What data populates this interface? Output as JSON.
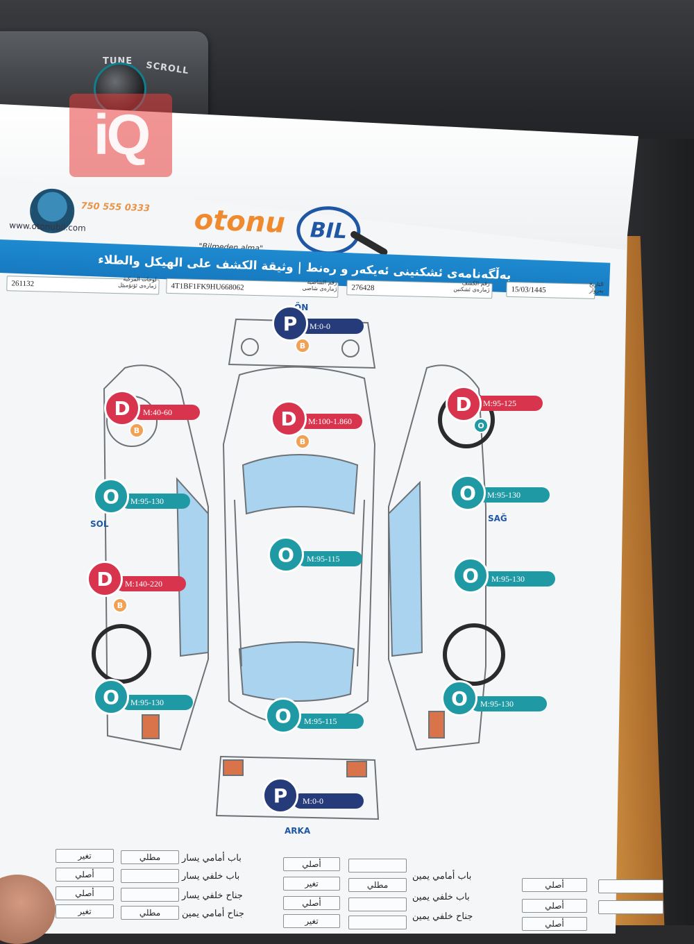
{
  "radio": {
    "label_left": "TUNE",
    "label_right": "SCROLL"
  },
  "watermark": {
    "text": "iQ"
  },
  "header": {
    "phone": "750 555 0333",
    "website": "www.otonubil.com",
    "logo_main": "otonu",
    "logo_bil": "BIL",
    "tagline": "\"Bilmeden alma\"",
    "banner": "بەڵگەنامەی ئشکنینی ئەیکەر و رەنط | وثيقة الكشف على الهيكل والطلاء"
  },
  "meta": {
    "date_label": "التاريخ بەروار",
    "date": "15/03/1445",
    "report_label": "رقم الكشف ژمارەی ئشکنین",
    "report_no": "276428",
    "chassis_label": "رقم الشاصية ژمارەی شاصی",
    "chassis": "4T1BF1FK9HU668062",
    "plate_label": "لوحات المركبة ژمارەی ئۆتۆمبێل",
    "plate": "261132"
  },
  "diagram": {
    "labels": {
      "front": "ÖN",
      "back": "ARKA",
      "left": "SOL",
      "right": "SAĞ"
    },
    "marks": [
      {
        "id": "front-bumper",
        "code": "P",
        "kind": "p",
        "value": "M:0-0"
      },
      {
        "id": "hood",
        "code": "D",
        "kind": "d",
        "value": "M:100-1.860"
      },
      {
        "id": "roof",
        "code": "O",
        "kind": "o",
        "value": "M:95-115"
      },
      {
        "id": "trunk",
        "code": "O",
        "kind": "o",
        "value": "M:95-115"
      },
      {
        "id": "rear-bumper",
        "code": "P",
        "kind": "p",
        "value": "M:0-0"
      },
      {
        "id": "left-front-fender",
        "code": "D",
        "kind": "d",
        "value": "M:40-60"
      },
      {
        "id": "left-front-door",
        "code": "O",
        "kind": "o",
        "value": "M:95-130"
      },
      {
        "id": "left-rear-door",
        "code": "D",
        "kind": "d",
        "value": "M:140-220"
      },
      {
        "id": "left-rear-fender",
        "code": "O",
        "kind": "o",
        "value": "M:95-130"
      },
      {
        "id": "right-front-fender",
        "code": "D",
        "kind": "d",
        "value": "M:95-125"
      },
      {
        "id": "right-front-door",
        "code": "O",
        "kind": "o",
        "value": "M:95-130"
      },
      {
        "id": "right-rear-door",
        "code": "O",
        "kind": "o",
        "value": "M:95-130"
      },
      {
        "id": "right-rear-fender",
        "code": "O",
        "kind": "o",
        "value": "M:95-130"
      }
    ],
    "mini_badges": {
      "b": "B",
      "o": "O"
    }
  },
  "table": {
    "rows_left": [
      {
        "label": "باب أمامي يسار",
        "a": "مطلي",
        "b": "تغير"
      },
      {
        "label": "باب خلفي يسار",
        "a": "",
        "b": "أصلي"
      },
      {
        "label": "جناح خلفي يسار",
        "a": "",
        "b": "أصلي"
      },
      {
        "label": "جناح أمامي يمين",
        "a": "مطلي",
        "b": "تغير"
      }
    ],
    "rows_mid": [
      {
        "a": "أصلي",
        "b": ""
      },
      {
        "a": "تغير",
        "b": "مطلي"
      },
      {
        "a": "أصلي",
        "b": ""
      },
      {
        "a": "تغير",
        "b": ""
      }
    ],
    "rows_right": [
      {
        "label": "باب أمامي يمين",
        "a": "أصلي"
      },
      {
        "label": "باب خلفي يمين",
        "a": "أصلي"
      },
      {
        "label": "جناح خلفي يمين",
        "a": "أصلي"
      }
    ]
  }
}
